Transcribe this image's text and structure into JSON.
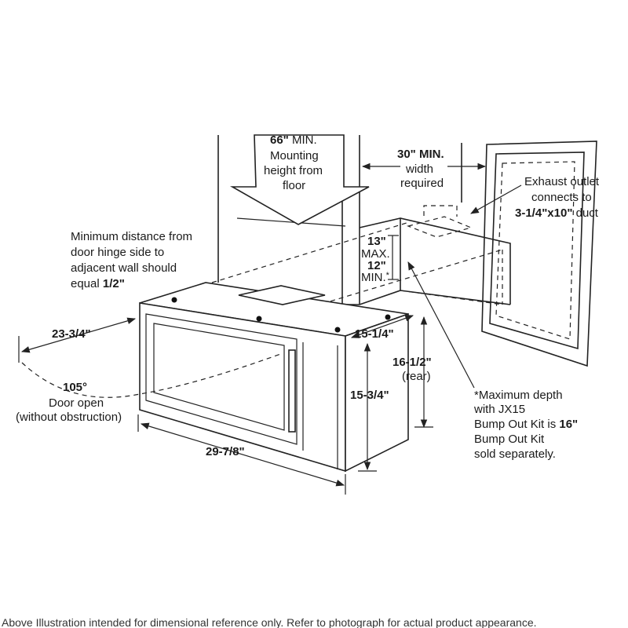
{
  "labels": {
    "mount_height": {
      "l1a": "66\"",
      "l1b": " MIN.",
      "l2": "Mounting",
      "l3": "height from",
      "l4": "floor"
    },
    "width": {
      "l1": "30\" MIN.",
      "l2": "width",
      "l3": "required"
    },
    "exhaust": {
      "l1": "Exhaust outlet",
      "l2": "connects to",
      "l3a": "3-1/4\"x10\"",
      "l3b": " duct"
    },
    "min_distance": {
      "l1": "Minimum distance from",
      "l2": "door hinge side to",
      "l3": "adjacent wall should",
      "l4a": "equal ",
      "l4b": "1/2\""
    },
    "bracket": {
      "l1": "13\"",
      "l2": "MAX.",
      "l3": "12\"",
      "l4": "MIN.",
      "l4b": "*"
    },
    "dims": {
      "door_depth": "23-3/4\"",
      "angle": "105°",
      "door_open_1": "Door open",
      "door_open_2": "(without obstruction)",
      "depth": "15-1/4\"",
      "rear_height_1": "16-1/2\"",
      "rear_height_2": "(rear)",
      "height": "15-3/4\"",
      "width": "29-7/8\""
    },
    "note": {
      "l1": "*Maximum depth",
      "l2": "with JX15",
      "l3a": "Bump Out Kit is ",
      "l3b": "16\"",
      "l4": "Bump Out Kit",
      "l5": "sold separately."
    }
  },
  "footer": "Above Illustration intended for dimensional reference only. Refer to photograph for actual product appearance."
}
